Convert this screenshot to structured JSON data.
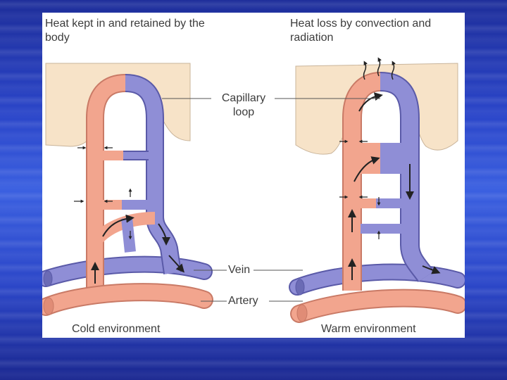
{
  "diagram": {
    "left_title": "Heat kept in and retained by the body",
    "right_title": "Heat loss by convection and radiation",
    "capillary_label": "Capillary loop",
    "vein_label": "Vein",
    "artery_label": "Artery",
    "left_caption": "Cold environment",
    "right_caption": "Warm environment"
  },
  "colors": {
    "artery": "#f2a58e",
    "vein": "#8f8ed6",
    "skin": "#f7e3c8"
  }
}
